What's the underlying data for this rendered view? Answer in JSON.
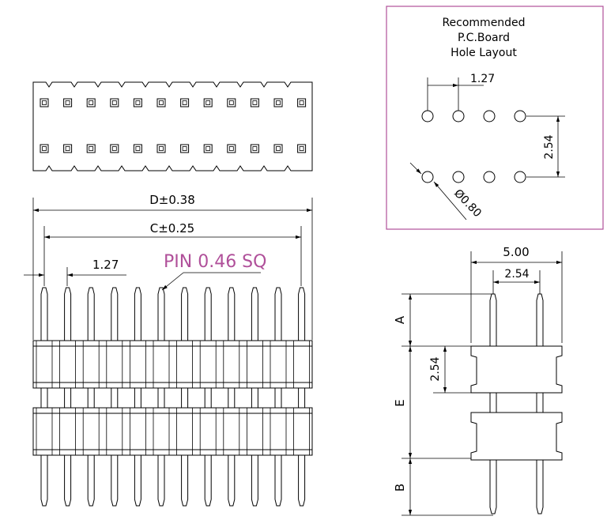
{
  "colors": {
    "line": "#000000",
    "accent": "#b0509a",
    "background": "#ffffff"
  },
  "pcb_layout": {
    "title_line1": "Recommended",
    "title_line2": "P.C.Board",
    "title_line3": "Hole Layout",
    "pitch_label": "1.27",
    "row_label": "2.54",
    "hole_label": "Ø0.80"
  },
  "front_view": {
    "overall_label": "D±0.38",
    "pin_span_label": "C±0.25",
    "pitch_label": "1.27",
    "pin_callout": "PIN 0.46 SQ"
  },
  "side_view": {
    "width_label": "5.00",
    "row_label": "2.54",
    "label_a": "A",
    "label_spacing": "2.54",
    "label_e": "E",
    "label_b": "B"
  }
}
